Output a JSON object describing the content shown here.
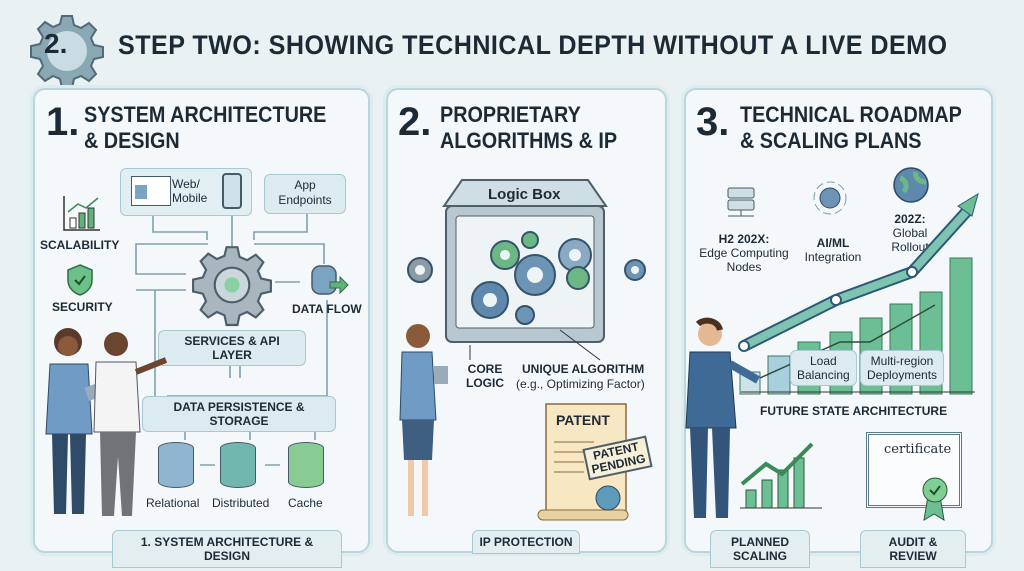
{
  "header": {
    "step_number": "2.",
    "title": "STEP TWO: SHOWING TECHNICAL DEPTH WITHOUT A LIVE DEMO"
  },
  "panels": [
    {
      "number": "1.",
      "title_line1": "SYSTEM ARCHITECTURE",
      "title_line2": "& DESIGN",
      "client": "Web/\nMobile",
      "endpoints": "App\nEndpoints",
      "scalability": "SCALABILITY",
      "security": "SECURITY",
      "data_flow": "DATA FLOW",
      "services": "SERVICES & API LAYER",
      "persistence": "DATA PERSISTENCE & STORAGE",
      "databases": [
        "Relational",
        "Distributed",
        "Cache"
      ],
      "footer": "1. SYSTEM ARCHITECTURE & DESIGN"
    },
    {
      "number": "2.",
      "title_line1": "PROPRIETARY",
      "title_line2": "ALGORITHMS & IP",
      "logic_box": "Logic Box",
      "core_logic": "CORE\nLOGIC",
      "unique_algorithm": "UNIQUE ALGORITHM",
      "unique_example": "(e.g., Optimizing Factor)",
      "patent": "PATENT",
      "patent_stamp": "PATENT\nPENDING",
      "footer": "IP PROTECTION"
    },
    {
      "number": "3.",
      "title_line1": "TECHNICAL ROADMAP",
      "title_line2": "& SCALING PLANS",
      "milestones": [
        {
          "title": "H2 202X:",
          "text": "Edge Computing\nNodes"
        },
        {
          "title": "AI/ML",
          "text": "Integration"
        },
        {
          "title": "202Z:",
          "text": "Global\nRollout"
        }
      ],
      "load_balancing": "Load\nBalancing",
      "multi_region": "Multi-region\nDeployments",
      "future_state": "FUTURE STATE ARCHITECTURE",
      "certificate": "certificate",
      "footer_left": "PLANNED SCALING",
      "footer_right": "AUDIT & REVIEW"
    }
  ],
  "colors": {
    "accent_green": "#5fb37a",
    "accent_blue": "#5b8fb0",
    "panel_border": "#b9d6dc"
  }
}
